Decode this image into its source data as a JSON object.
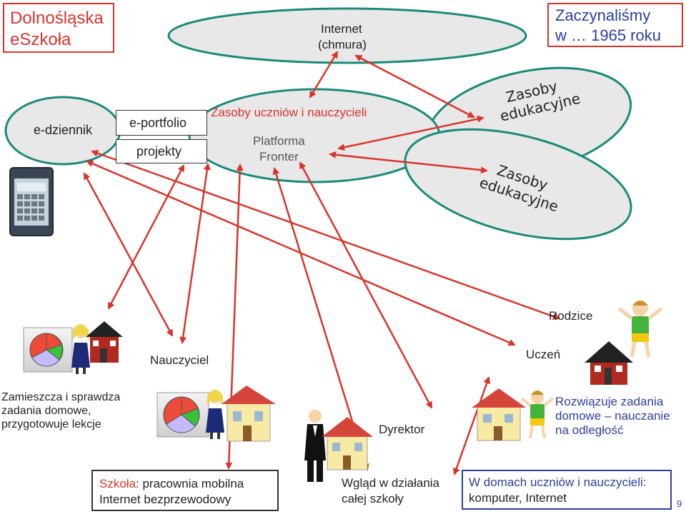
{
  "title_box": {
    "line1": "Dolnośląska",
    "line2": "eSzkoła"
  },
  "start_box": {
    "line1": "Zaczynaliśmy",
    "line2": "w … 1965 roku"
  },
  "internet_cloud": {
    "line1": "Internet",
    "line2": "(chmura)"
  },
  "main_ellipse": {
    "header": "Zasoby uczniów i nauczycieli",
    "platform_line1": "Platforma",
    "platform_line2": "Fronter"
  },
  "ediary": {
    "label": "e-dziennik"
  },
  "eportfolio": {
    "label": "e-portfolio"
  },
  "projects": {
    "label": "projekty"
  },
  "edu_resources_1": {
    "line1": "Zasoby",
    "line2": "edukacyjne"
  },
  "edu_resources_2": {
    "line1": "Zasoby",
    "line2": "edukacyjne"
  },
  "roles": {
    "parents": "Rodzice",
    "teacher": "Nauczyciel",
    "student": "Uczeń",
    "director": "Dyrektor"
  },
  "teacher_desc": {
    "line1": "Zamieszcza i sprawdza",
    "line2": "zadania domowe,",
    "line3": "przygotowuje lekcje"
  },
  "student_desc": {
    "line1": "Rozwiązuje zadania",
    "line2": "domowe – nauczanie",
    "line3": "na odległość"
  },
  "school_box": {
    "prefix": "Szkoła",
    "line1_rest": ": pracownia  mobilna",
    "line2": "Internet bezprzewodowy"
  },
  "insight": {
    "line1": "Wgląd w działania",
    "line2": "całej szkoły"
  },
  "homes_box": {
    "line1": "W domach uczniów i nauczycieli:",
    "line2": "komputer, Internet"
  },
  "page_number": "9",
  "colors": {
    "red": "#d9342b",
    "ellipse_fill": "#e8e8e8",
    "ellipse_stroke": "#1a8a7a",
    "blue_title": "#2e3f9f"
  }
}
